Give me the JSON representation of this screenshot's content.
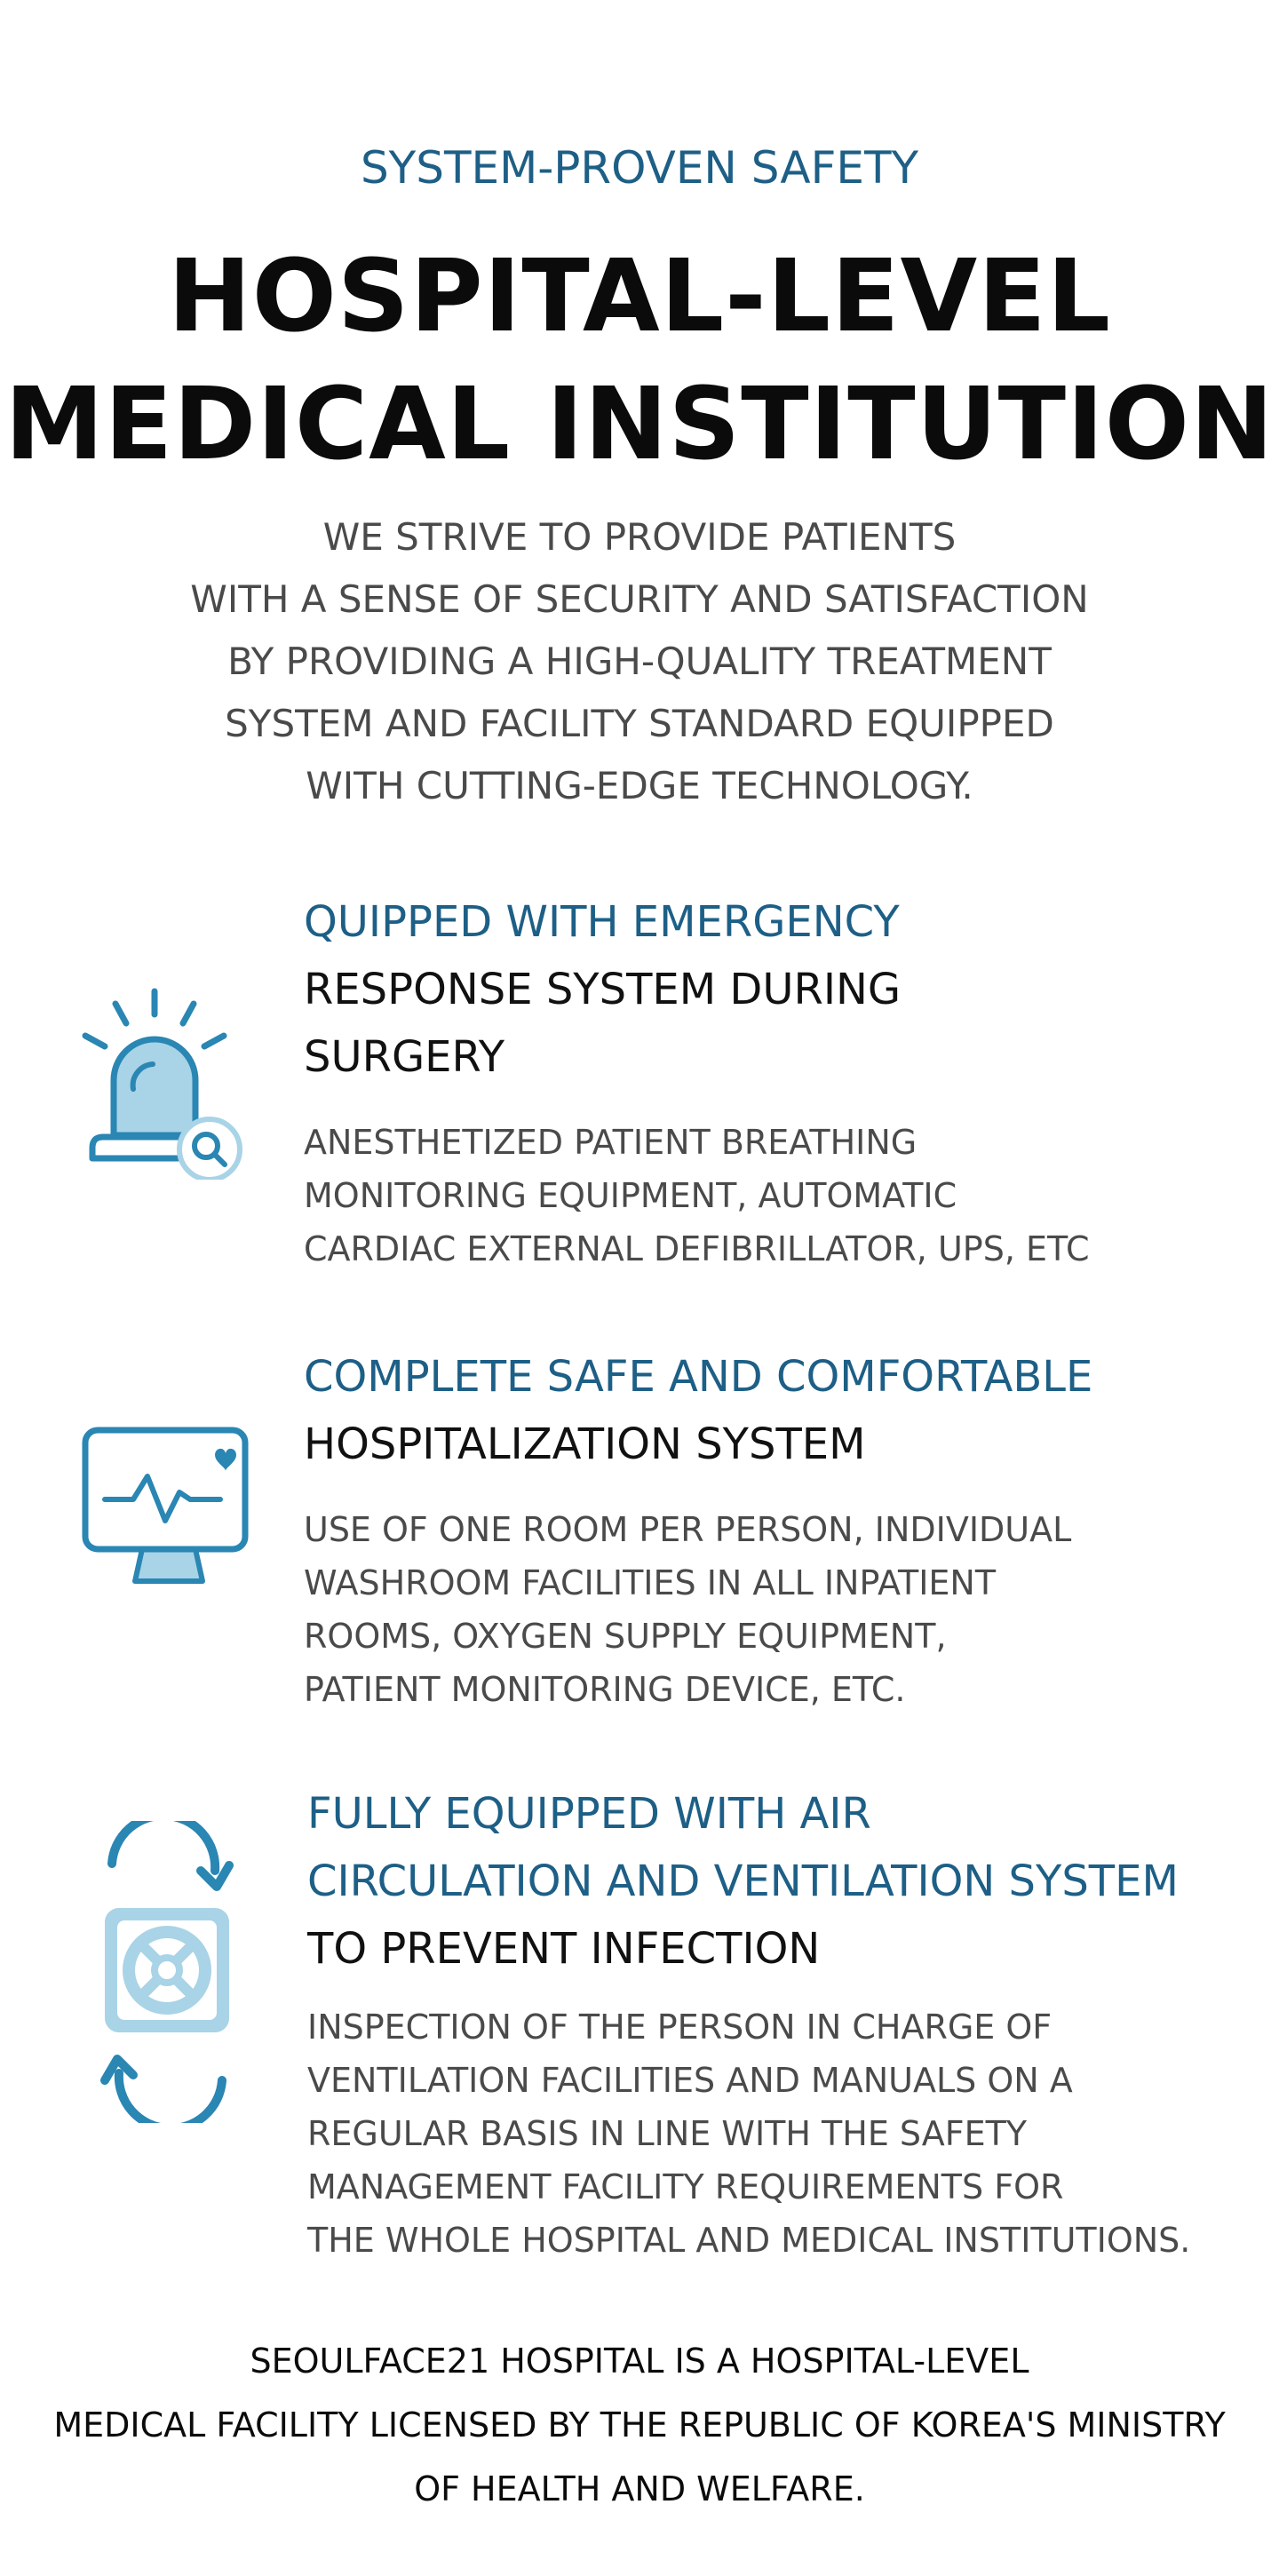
{
  "header": {
    "eyebrow": "SYSTEM-PROVEN SAFETY",
    "title_lines": [
      "HOSPITAL-LEVEL",
      "MEDICAL INSTITUTION"
    ],
    "intro_lines": [
      "WE STRIVE TO PROVIDE PATIENTS",
      "WITH A SENSE OF SECURITY AND SATISFACTION",
      "BY PROVIDING A HIGH-QUALITY TREATMENT",
      "SYSTEM AND FACILITY STANDARD EQUIPPED",
      "WITH CUTTING-EDGE TECHNOLOGY."
    ]
  },
  "features": [
    {
      "icon": "emergency-siren-icon",
      "heading_accent_lines": [
        "QUIPPED WITH EMERGENCY"
      ],
      "heading_dark_lines": [
        "RESPONSE SYSTEM DURING",
        "SURGERY"
      ],
      "desc_lines": [
        "ANESTHETIZED PATIENT BREATHING",
        "MONITORING EQUIPMENT, AUTOMATIC",
        "CARDIAC EXTERNAL DEFIBRILLATOR, UPS, ETC"
      ]
    },
    {
      "icon": "patient-monitor-icon",
      "heading_accent_lines": [
        "COMPLETE SAFE AND COMFORTABLE"
      ],
      "heading_dark_lines": [
        "HOSPITALIZATION SYSTEM"
      ],
      "desc_lines": [
        "USE OF ONE ROOM PER PERSON, INDIVIDUAL",
        "WASHROOM FACILITIES IN ALL INPATIENT",
        "ROOMS, OXYGEN SUPPLY EQUIPMENT,",
        "PATIENT MONITORING DEVICE, ETC."
      ]
    },
    {
      "icon": "ventilation-fan-icon",
      "heading_accent_lines": [
        "FULLY EQUIPPED WITH AIR",
        "CIRCULATION AND VENTILATION SYSTEM"
      ],
      "heading_dark_lines": [
        "TO PREVENT INFECTION"
      ],
      "desc_lines": [
        "INSPECTION OF THE PERSON IN CHARGE OF",
        "VENTILATION FACILITIES AND MANUALS ON A",
        "REGULAR BASIS IN LINE WITH THE SAFETY",
        "MANAGEMENT FACILITY REQUIREMENTS FOR",
        "THE WHOLE HOSPITAL AND MEDICAL INSTITUTIONS."
      ]
    }
  ],
  "footer": {
    "lines": [
      "SEOULFACE21 HOSPITAL IS A HOSPITAL-LEVEL",
      "MEDICAL FACILITY LICENSED BY THE REPUBLIC OF KOREA'S MINISTRY",
      "OF HEALTH AND WELFARE."
    ]
  },
  "colors": {
    "accent": "#1d5f86",
    "icon_stroke": "#2a86b3",
    "icon_fill": "#a9d3e6",
    "body_text": "#4a4a4a",
    "heading_text": "#111111"
  }
}
